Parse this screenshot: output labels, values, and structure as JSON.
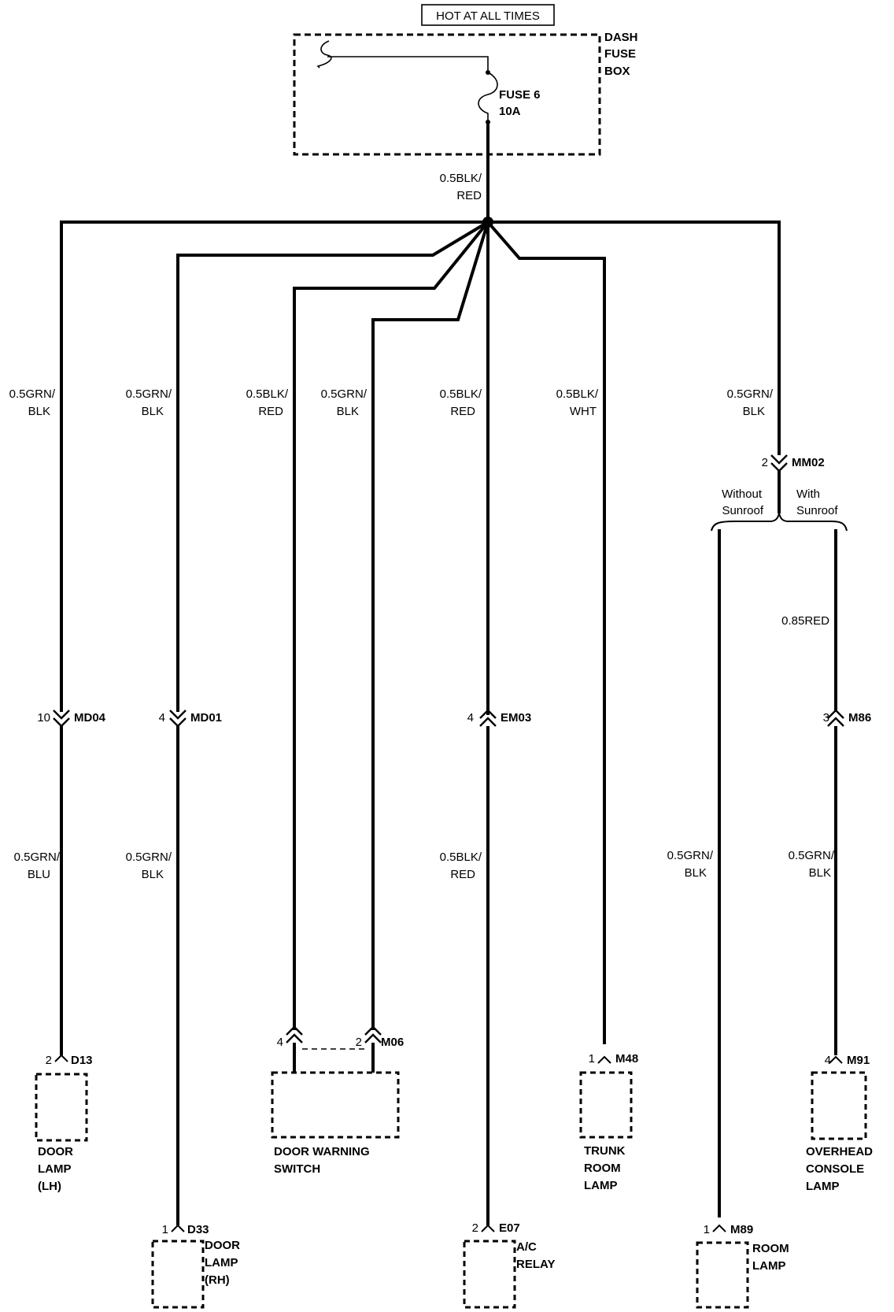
{
  "header": {
    "power_label": "HOT AT ALL TIMES"
  },
  "fuse_box": {
    "name_line1": "DASH",
    "name_line2": "FUSE",
    "name_line3": "BOX",
    "fuse_line1": "FUSE 6",
    "fuse_line2": "10A"
  },
  "feed": {
    "line1": "0.5BLK/",
    "line2": "RED"
  },
  "branches": {
    "door_lh": {
      "wire1_l1": "0.5GRN/",
      "wire1_l2": "BLK",
      "conn_pin": "10",
      "conn_id": "MD04",
      "wire2_l1": "0.5GRN/",
      "wire2_l2": "BLU",
      "term_pin": "2",
      "term_id": "D13",
      "name_l1": "DOOR",
      "name_l2": "LAMP",
      "name_l3": "(LH)"
    },
    "door_rh": {
      "wire1_l1": "0.5GRN/",
      "wire1_l2": "BLK",
      "conn_pin": "4",
      "conn_id": "MD01",
      "wire2_l1": "0.5GRN/",
      "wire2_l2": "BLK",
      "term_pin": "1",
      "term_id": "D33",
      "name_l1": "DOOR",
      "name_l2": "LAMP",
      "name_l3": "(RH)"
    },
    "door_warning": {
      "wireA_l1": "0.5BLK/",
      "wireA_l2": "RED",
      "wireB_l1": "0.5GRN/",
      "wireB_l2": "BLK",
      "pinA": "4",
      "pinB": "2",
      "term_id": "M06",
      "name_l1": "DOOR WARNING",
      "name_l2": "SWITCH"
    },
    "ac_relay": {
      "wire1_l1": "0.5BLK/",
      "wire1_l2": "RED",
      "conn_pin": "4",
      "conn_id": "EM03",
      "wire2_l1": "0.5BLK/",
      "wire2_l2": "RED",
      "term_pin": "2",
      "term_id": "E07",
      "name_l1": "A/C",
      "name_l2": "RELAY"
    },
    "trunk": {
      "wire1_l1": "0.5BLK/",
      "wire1_l2": "WHT",
      "term_pin": "1",
      "term_id": "M48",
      "name_l1": "TRUNK",
      "name_l2": "ROOM",
      "name_l3": "LAMP"
    },
    "roof": {
      "wire1_l1": "0.5GRN/",
      "wire1_l2": "BLK",
      "conn_pin": "2",
      "conn_id": "MM02",
      "opt_without_l1": "Without",
      "opt_without_l2": "Sunroof",
      "opt_with_l1": "With",
      "opt_with_l2": "Sunroof"
    },
    "room_lamp": {
      "wire_l1": "0.5GRN/",
      "wire_l2": "BLK",
      "term_pin": "1",
      "term_id": "M89",
      "name_l1": "ROOM",
      "name_l2": "LAMP"
    },
    "overhead": {
      "wire1": "0.85RED",
      "conn_pin": "3",
      "conn_id": "M86",
      "wire2_l1": "0.5GRN/",
      "wire2_l2": "BLK",
      "term_pin": "4",
      "term_id": "M91",
      "name_l1": "OVERHEAD",
      "name_l2": "CONSOLE",
      "name_l3": "LAMP"
    }
  }
}
